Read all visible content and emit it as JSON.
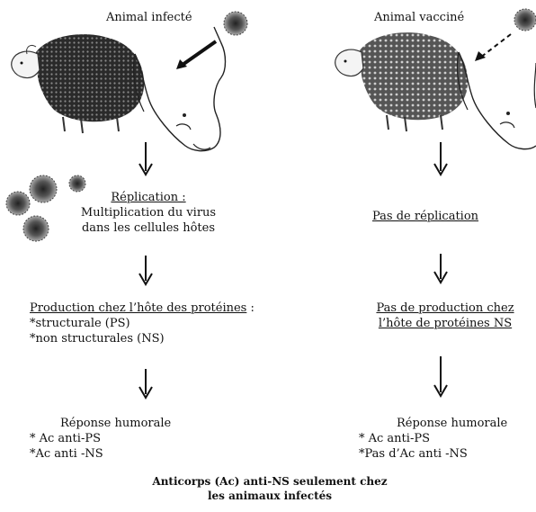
{
  "left": {
    "title": "Animal infecté",
    "replication_title": "Réplication :",
    "replication_line1": "Multiplication du virus",
    "replication_line2": "dans les cellules hôtes",
    "production_title": "Production chez l’hôte des protéines",
    "production_suffix": " :",
    "production_item1": "*structurale (PS)",
    "production_item2": "*non structurales (NS)",
    "response_title": "Réponse humorale",
    "response_item1": "* Ac anti-PS",
    "response_item2": "*Ac anti -NS"
  },
  "right": {
    "title": "Animal vacciné",
    "replication": "Pas de réplication",
    "production_line1": "Pas de production chez",
    "production_line2": "l’hôte de protéines NS",
    "response_title": "Réponse humorale",
    "response_item1": "* Ac anti-PS",
    "response_item2": "*Pas d’Ac anti -NS"
  },
  "conclusion": {
    "line1": "Anticorps (Ac) anti-NS seulement chez",
    "line2": "les animaux infectés"
  },
  "colors": {
    "ink": "#111111",
    "background": "#ffffff"
  }
}
